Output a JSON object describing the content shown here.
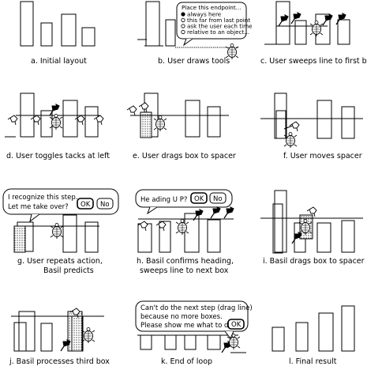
{
  "figure": {
    "panels": [
      {
        "id": "a",
        "caption": "a.  Initial layout"
      },
      {
        "id": "b",
        "caption": "b.  User draws tools"
      },
      {
        "id": "c",
        "caption": "c.  User sweeps line to first box"
      },
      {
        "id": "d",
        "caption": "d.  User toggles tacks at left"
      },
      {
        "id": "e",
        "caption": "e.  User drags box to spacer"
      },
      {
        "id": "f",
        "caption": "f.  User moves spacer"
      },
      {
        "id": "g",
        "caption_lines": [
          "g.  User repeats action,",
          "Basil predicts"
        ]
      },
      {
        "id": "h",
        "caption_lines": [
          "h.  Basil confirms heading,",
          "sweeps line to next box"
        ]
      },
      {
        "id": "i",
        "caption": "i.  Basil drags  box to spacer"
      },
      {
        "id": "j",
        "caption": "j.  Basil processes third box"
      },
      {
        "id": "k",
        "caption": "k.  End of loop"
      },
      {
        "id": "l",
        "caption": "l. Final result"
      }
    ],
    "dialogs": {
      "endpoint": {
        "title": "Place this endpoint...",
        "options": [
          "always here",
          "this far from last point",
          "ask the user each time",
          "relative to an object..."
        ],
        "selected_index": 0
      },
      "recognize": {
        "lines": [
          "I recognize this step.",
          "Let me take over?"
        ],
        "ok": "OK",
        "no": "No"
      },
      "heading": {
        "text": "He ading U P?",
        "ok": "OK",
        "no": "No"
      },
      "end_loop": {
        "lines": [
          "Can't do the next step (drag line)",
          "because no more boxes.",
          "Please show me what to do."
        ],
        "ok": "OK"
      }
    }
  }
}
